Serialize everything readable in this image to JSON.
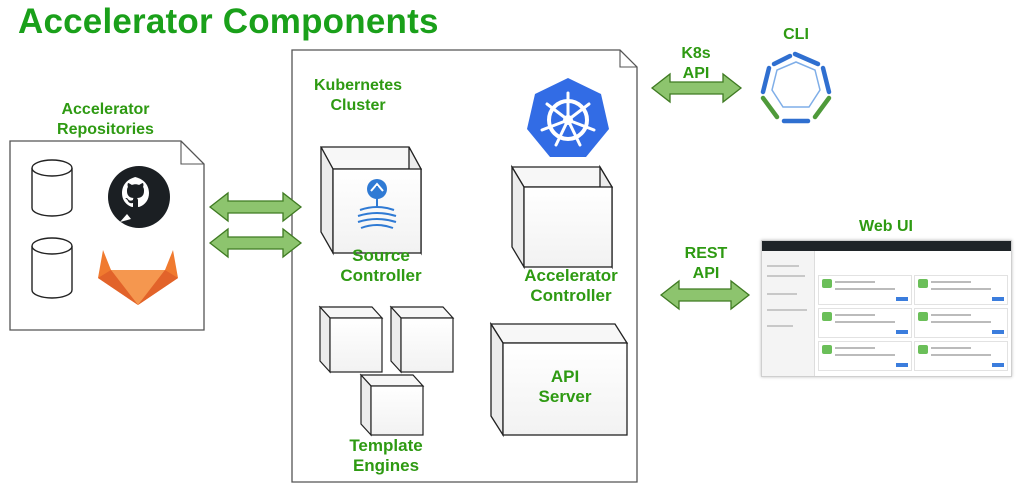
{
  "title": "Accelerator Components",
  "labels": {
    "repositories": [
      "Accelerator",
      "Repositories"
    ],
    "kubernetes_cluster": [
      "Kubernetes",
      "Cluster"
    ],
    "source_controller": [
      "Source",
      "Controller"
    ],
    "accelerator_controller": [
      "Accelerator",
      "Controller"
    ],
    "api_server": [
      "API",
      "Server"
    ],
    "template_engines": [
      "Template",
      "Engines"
    ],
    "k8s_api": [
      "K8s",
      "API"
    ],
    "rest_api": [
      "REST",
      "API"
    ],
    "cli": "CLI",
    "web_ui": "Web UI"
  },
  "colors": {
    "title_green": "#1aa01a",
    "label_green": "#2e9a12",
    "arrow_fill": "#8dc46e",
    "arrow_stroke": "#3f7a22",
    "kubernetes_blue": "#326ce5",
    "gitlab_orange": "#f07a2f",
    "cli_blue": "#2f6fd0",
    "cli_green": "#4f9a3a"
  },
  "icons": [
    "github-icon",
    "gitlab-icon",
    "kubernetes-icon",
    "flux-icon",
    "cli-icon"
  ]
}
